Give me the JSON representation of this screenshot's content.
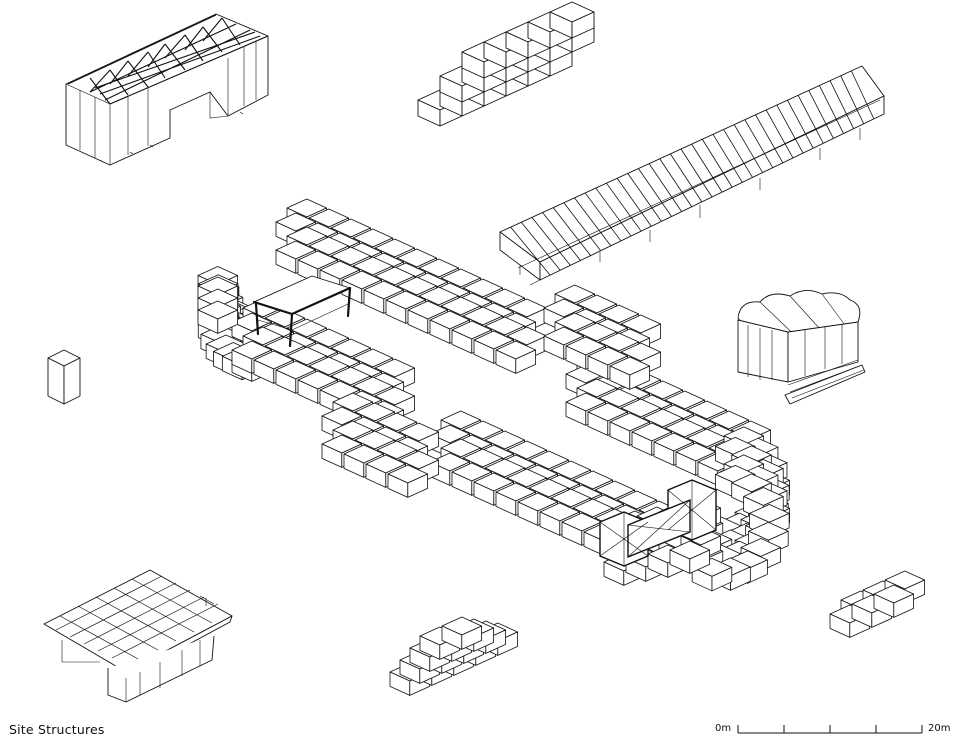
{
  "caption": "Site Structures",
  "scale_bar": {
    "start_label": "0m",
    "end_label": "20m",
    "divisions": 4
  },
  "colors": {
    "line": "#111111",
    "background": "#ffffff"
  }
}
